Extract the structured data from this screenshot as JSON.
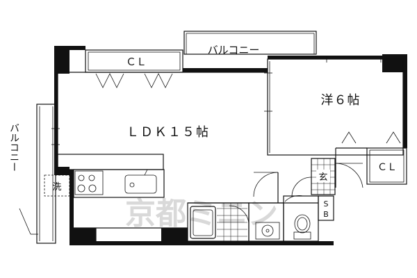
{
  "plan": {
    "rooms": {
      "ldk": "ＬＤＫ１５帖",
      "western": "洋６帖",
      "closet_top": "ＣＬ",
      "closet_right": "ＣＬ",
      "balcony_top": "バルコニー",
      "balcony_left": "バルコニー",
      "entrance": "玄",
      "shoe_box": "ＳＢ",
      "laundry": "洗"
    },
    "watermark": "京都ミニン",
    "colors": {
      "ink": "#111111",
      "watermark": "#d8d8d8",
      "background": "#ffffff"
    }
  }
}
